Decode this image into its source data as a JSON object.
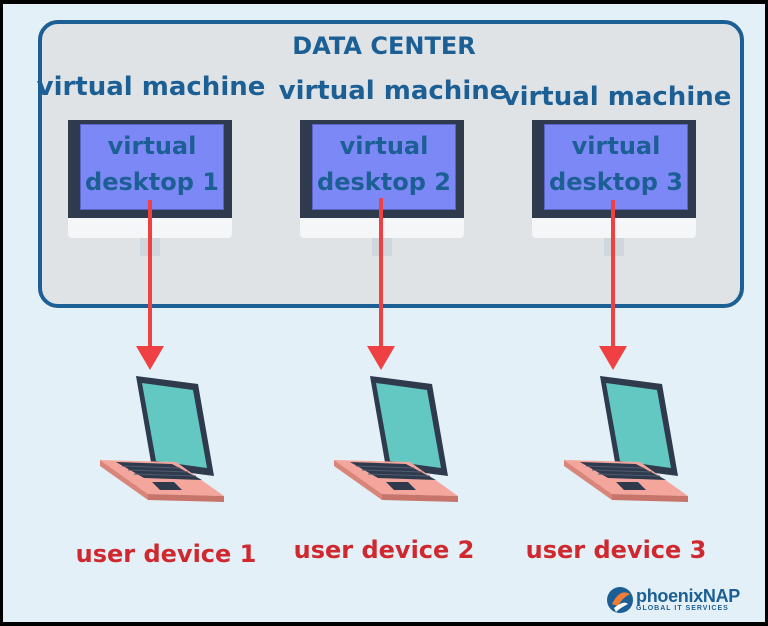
{
  "diagram": {
    "title": "DATA CENTER",
    "virtual_machines": [
      {
        "label": "virtual machine",
        "desktop_line1": "virtual",
        "desktop_line2": "desktop 1"
      },
      {
        "label": "virtual machine",
        "desktop_line1": "virtual",
        "desktop_line2": "desktop 2"
      },
      {
        "label": "virtual machine",
        "desktop_line1": "virtual",
        "desktop_line2": "desktop 3"
      }
    ],
    "user_devices": [
      {
        "label": "user device 1"
      },
      {
        "label": "user device 2"
      },
      {
        "label": "user device 3"
      }
    ]
  },
  "logo": {
    "name": "phoenixNAP",
    "tagline": "GLOBAL IT SERVICES"
  },
  "colors": {
    "frame": "#1c5f95",
    "arrow": "#ef4044",
    "device_label": "#d0282f",
    "screen": "#7b88f5",
    "background": "#e3f0f7"
  }
}
